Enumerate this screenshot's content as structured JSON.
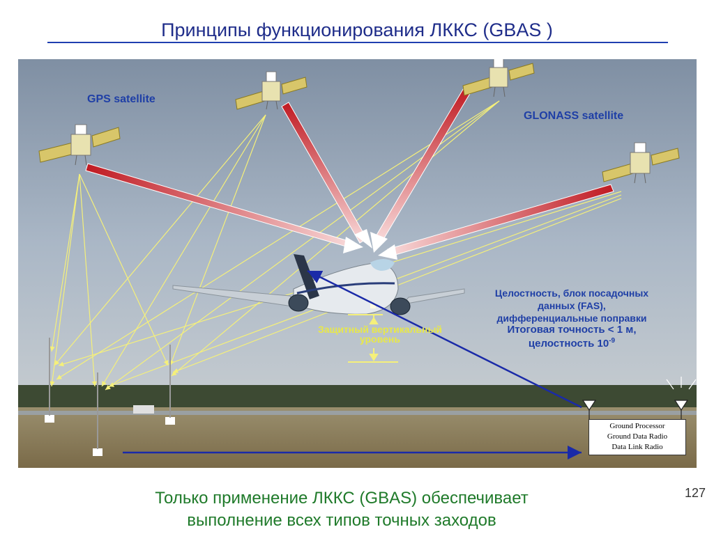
{
  "title": "Принципы функционирования ЛККС (GBAS )",
  "labels": {
    "gps": "GPS satellite",
    "glonass": "GLONASS satellite",
    "integrity_1": "Целостность, блок посадочных",
    "integrity_2": "данных (FAS),",
    "integrity_3": "дифференциальные поправки",
    "accuracy_1": "Итоговая точность < 1 м,",
    "accuracy_2": "целостность 10",
    "accuracy_exp": "-9",
    "pvl_1": "Защитный вертикальный",
    "pvl_2": "уровень"
  },
  "ground_box": {
    "line1": "Ground Processor",
    "line2": "Ground Data Radio",
    "line3": "Data Link Radio"
  },
  "bottom": {
    "line1": "Только применение ЛККС (GBAS) обеспечивает",
    "line2": "выполнение всех типов  точных заходов"
  },
  "page_number": "127",
  "colors": {
    "title": "#1f2d8a",
    "label": "#1f3fa6",
    "signal_ray": "#f5f07a",
    "main_ray": "#d9202a",
    "uplink": "#1a2aa8",
    "bottom_text": "#1f7a2a"
  }
}
